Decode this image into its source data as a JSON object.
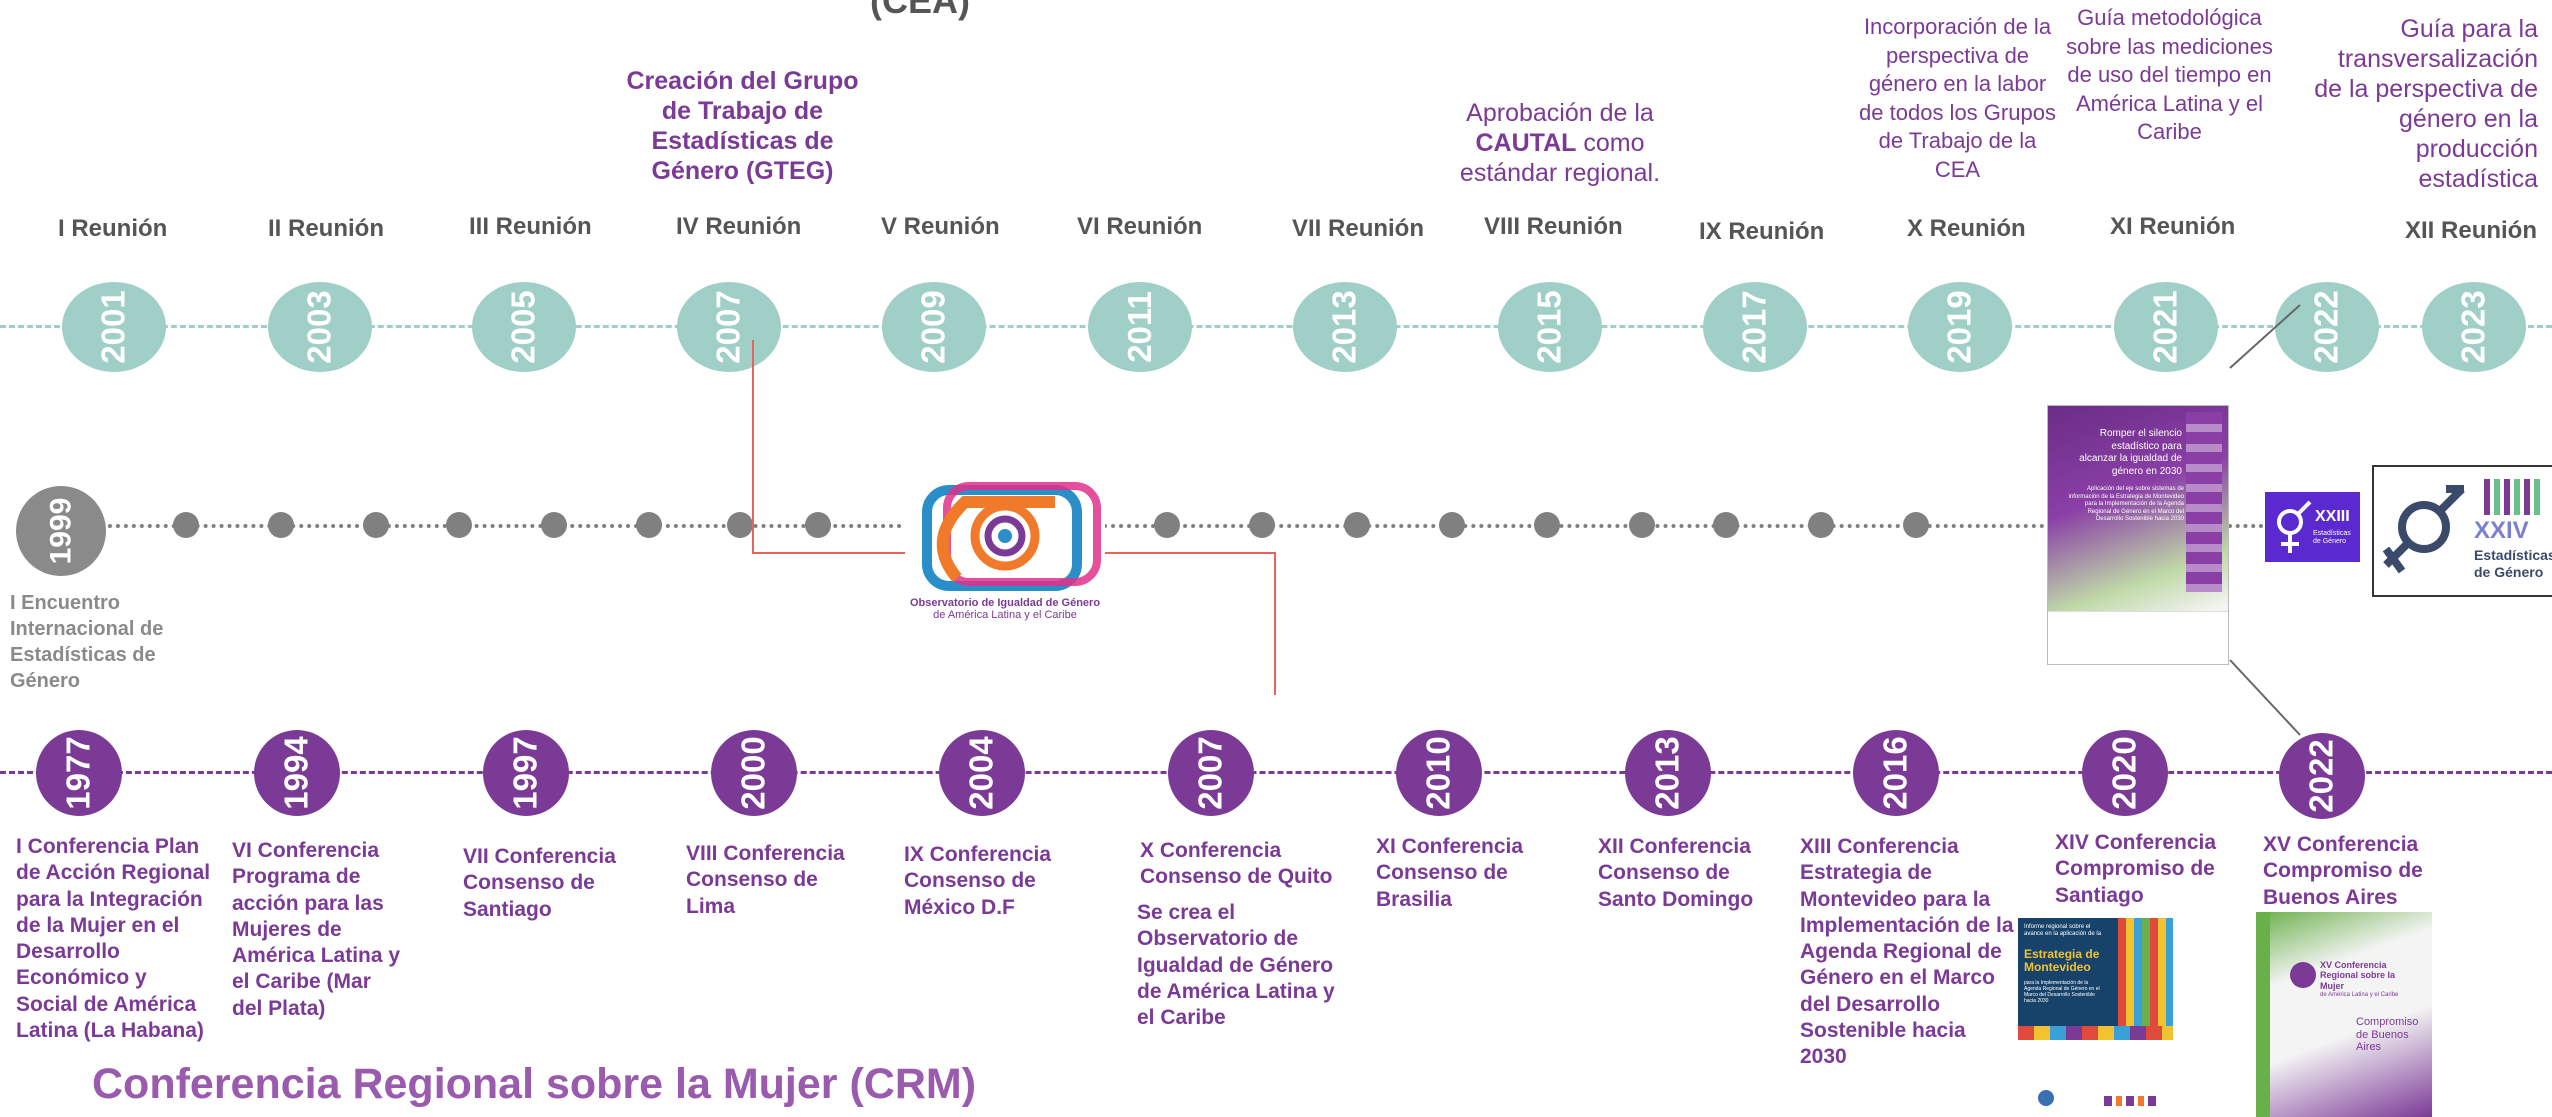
{
  "cea": {
    "reuniones": [
      {
        "year": "2001",
        "reunion": "I Reunión",
        "note": ""
      },
      {
        "year": "2003",
        "reunion": "II Reunión",
        "note": ""
      },
      {
        "year": "2005",
        "reunion": "III Reunión",
        "note": ""
      },
      {
        "year": "2007",
        "reunion": "IV Reunión",
        "note": "Creación del Grupo de Trabajo de Estadísticas de Género (GTEG)"
      },
      {
        "year": "2009",
        "reunion": "V Reunión",
        "note": ""
      },
      {
        "year": "2011",
        "reunion": "VI Reunión",
        "note": ""
      },
      {
        "year": "2013",
        "reunion": "VII Reunión",
        "note": ""
      },
      {
        "year": "2015",
        "reunion": "VIII Reunión",
        "note_pre": "Aprobación de la",
        "note_bold": "CAUTAL",
        "note_post": "como estándar regional."
      },
      {
        "year": "2017",
        "reunion": "IX Reunión",
        "note": ""
      },
      {
        "year": "2019",
        "reunion": "X Reunión",
        "note": "Incorporación de la perspectiva de género en la labor de todos los Grupos de Trabajo de la CEA"
      },
      {
        "year": "2021",
        "reunion": "XI Reunión",
        "note": "Guía metodológica sobre las mediciones de uso del tiempo en América Latina y el Caribe"
      },
      {
        "year": "2022",
        "reunion": "",
        "note": ""
      },
      {
        "year": "2023",
        "reunion": "XII Reunión",
        "note": "Guía para la transversalización de la perspectiva de género en la producción estadística"
      }
    ]
  },
  "encuentro": {
    "year": "1999",
    "label": "I Encuentro Internacional de Estadísticas de Género",
    "logo_xxiii": "XXIII",
    "logo_xxiii_sub": "Estadísticas de Género",
    "logo_xxiv": "XXIV",
    "logo_xxiv_sub1": "Estadísticas",
    "logo_xxiv_sub2": "de Género"
  },
  "observatorio": {
    "line1": "Observatorio de Igualdad de Género",
    "line2": "de América Latina y el Caribe"
  },
  "cover_2030": {
    "title": "Romper el silencio estadístico para alcanzar la igualdad de género en 2030",
    "subtitle": "Aplicación del eje sobre sistemas de información de la Estrategia de Montevideo para la Implementación de la Agenda Regional de Género en el Marco del Desarrollo Sostenible hacia 2030"
  },
  "cover_montevideo": {
    "small": "Informe regional sobre el avance en la aplicación de la",
    "title": "Estrategia de Montevideo",
    "sub": "para la Implementación de la Agenda Regional de Género en el Marco del Desarrollo Sostenible hacia 2030"
  },
  "cover_buenos_aires": {
    "title": "XV Conferencia Regional sobre la Mujer",
    "sub": "de América Latina y el Caribe",
    "compromiso": "Compromiso de Buenos Aires"
  },
  "crm": {
    "title": "Conferencia Regional sobre la Mujer (CRM)",
    "conferencias": [
      {
        "year": "1977",
        "text": "I Conferencia Plan de Acción Regional para la Integración de la Mujer en el Desarrollo Económico y Social de América Latina (La Habana)"
      },
      {
        "year": "1994",
        "text": "VI Conferencia Programa de acción para las Mujeres de América Latina y el Caribe (Mar del Plata)"
      },
      {
        "year": "1997",
        "text": "VII Conferencia Consenso de Santiago"
      },
      {
        "year": "2000",
        "text": "VIII Conferencia Consenso de Lima"
      },
      {
        "year": "2004",
        "text": "IX Conferencia Consenso de México D.F"
      },
      {
        "year": "2007",
        "text": "X Conferencia Consenso de Quito",
        "extra": "Se crea el Observatorio de Igualdad de Género de América Latina y el Caribe"
      },
      {
        "year": "2010",
        "text": "XI Conferencia Consenso de Brasilia"
      },
      {
        "year": "2013",
        "text": "XII Conferencia Consenso de Santo Domingo"
      },
      {
        "year": "2016",
        "text": "XIII Conferencia Estrategia de Montevideo para la Implementación de la Agenda Regional de Género en el Marco del Desarrollo Sostenible hacia 2030"
      },
      {
        "year": "2020",
        "text": "XIV Conferencia Compromiso de Santiago"
      },
      {
        "year": "2022",
        "text": "XV Conferencia Compromiso de Buenos Aires"
      }
    ]
  },
  "colors": {
    "teal": "#9fcfc7",
    "purple": "#7b3a96",
    "gray": "#8a8a8a",
    "red_connector": "#e8645a"
  }
}
